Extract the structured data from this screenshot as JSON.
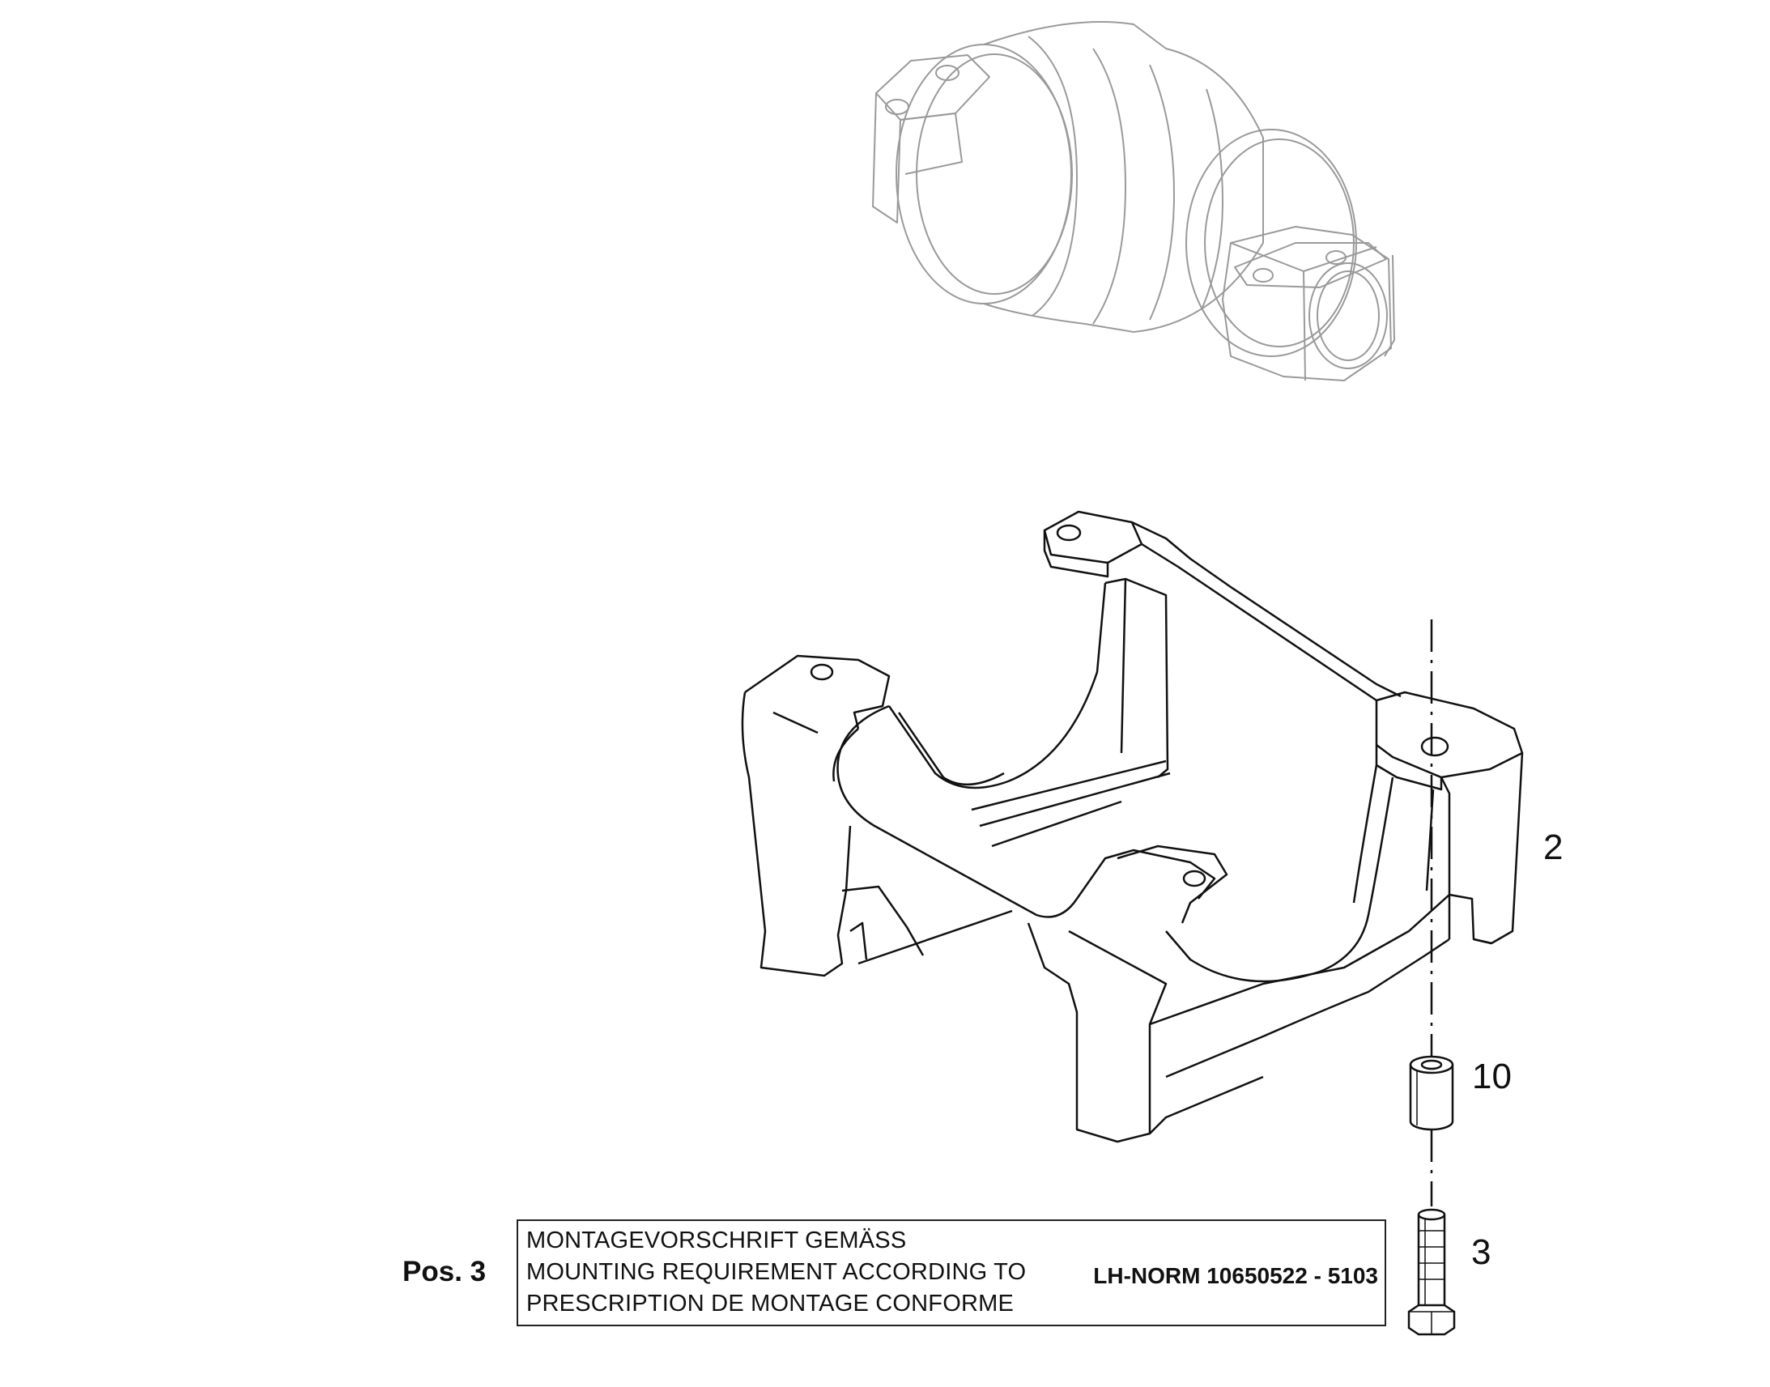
{
  "callouts": {
    "frame": "2",
    "bushing": "10",
    "bolt": "3"
  },
  "note": {
    "pos_label": "Pos. 3",
    "line_de": "MONTAGEVORSCHRIFT GEMÄSS",
    "line_en": "MOUNTING REQUIREMENT ACCORDING TO",
    "line_fr": "PRESCRIPTION DE MONTAGE CONFORME",
    "norm": "LH-NORM 10650522 - 5103"
  },
  "icons": {
    "roller": "track-roller-icon",
    "frame": "roller-frame-icon",
    "bushing": "bushing-icon",
    "bolt": "hex-bolt-icon"
  }
}
